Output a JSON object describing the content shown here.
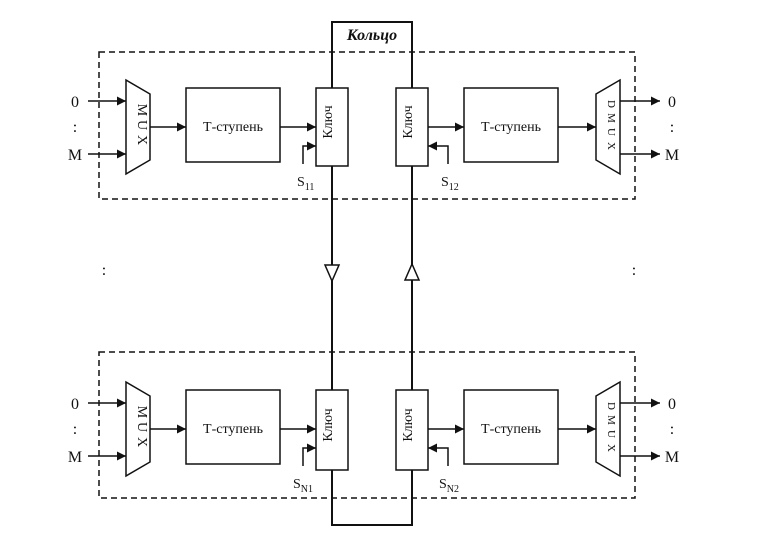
{
  "ring_label": "Кольцо",
  "stage_label": "Т-ступень",
  "key_label": "Ключ",
  "mux_letters": [
    "M",
    "U",
    "X"
  ],
  "dmux_letters": [
    "D",
    "M",
    "U",
    "X"
  ],
  "input_labels": [
    "0",
    ":",
    "M"
  ],
  "output_labels": [
    "0",
    ":",
    "M"
  ],
  "vdots": ":",
  "switch_signals": {
    "top_left": {
      "base": "S",
      "sub": "11"
    },
    "top_right": {
      "base": "S",
      "sub": "12"
    },
    "bottom_left": {
      "base": "S",
      "sub": "N1"
    },
    "bottom_right": {
      "base": "S",
      "sub": "N2"
    }
  }
}
